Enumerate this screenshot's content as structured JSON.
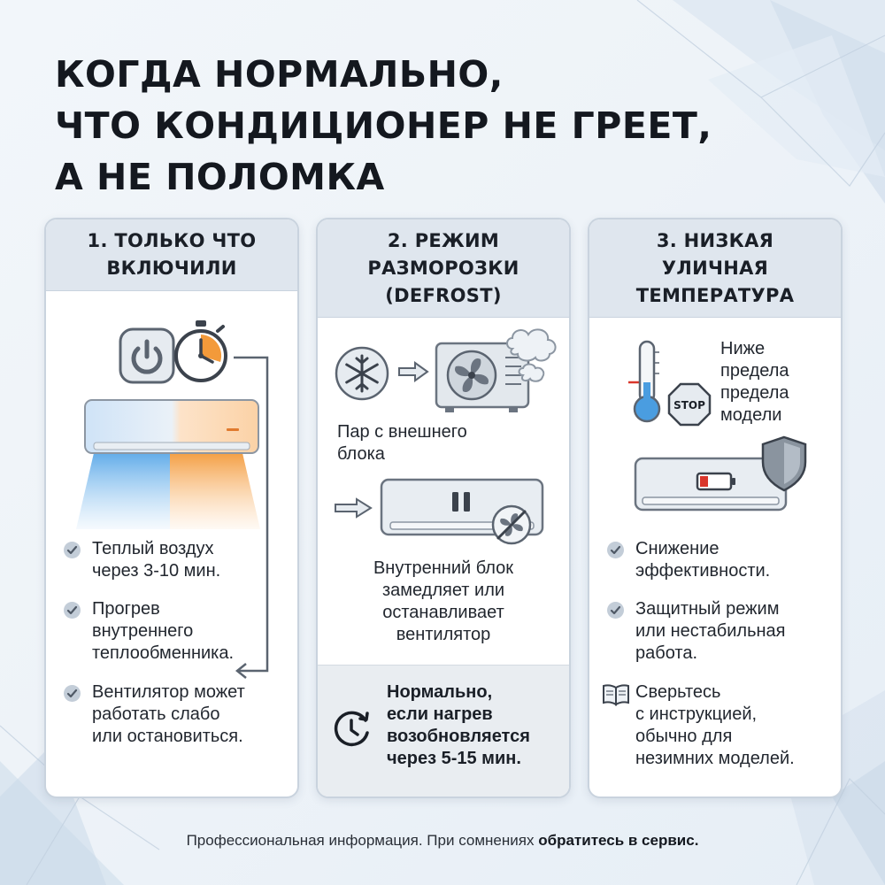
{
  "title": {
    "lines": [
      "КОГДА НОРМАЛЬНО,",
      "ЧТО КОНДИЦИОНЕР НЕ ГРЕЕТ,",
      "А НЕ ПОЛОМКА"
    ]
  },
  "cards": [
    {
      "heading": [
        "1. ТОЛЬКО ЧТО",
        "ВКЛЮЧИЛИ"
      ],
      "icons": [
        "power-icon",
        "stopwatch-icon",
        "indoor-unit-icon",
        "arrow-icon"
      ],
      "items": [
        {
          "icon": "check-icon",
          "lines": [
            "Теплый воздух",
            "через 3-10 мин."
          ]
        },
        {
          "icon": "check-icon",
          "lines": [
            "Прогрев",
            "внутреннего",
            "теплообменника."
          ]
        },
        {
          "icon": "check-icon",
          "lines": [
            "Вентилятор может",
            "работать слабо",
            "или остановиться."
          ]
        }
      ]
    },
    {
      "heading": [
        "2. РЕЖИМ",
        "РАЗМОРОЗКИ",
        "(DEFROST)"
      ],
      "icons": [
        "snowflake-icon",
        "arrow-icon",
        "outdoor-unit-icon",
        "steam-icon",
        "indoor-unit-paused-icon",
        "fan-off-icon"
      ],
      "steam_caption": [
        "Пар с внешнего",
        "блока"
      ],
      "fan_caption": [
        "Внутренний блок",
        "замедляет или",
        "останавливает",
        "вентилятор"
      ],
      "note": {
        "icon": "clock-icon",
        "lines": [
          "Нормально,",
          "если нагрев",
          "возобновляется",
          "через 5-15 мин."
        ]
      }
    },
    {
      "heading": [
        "3. НИЗКАЯ",
        "УЛИЧНАЯ",
        "ТЕМПЕРАТУРА"
      ],
      "icons": [
        "thermometer-icon",
        "stop-sign-icon",
        "indoor-unit-icon",
        "low-battery-icon",
        "shield-icon"
      ],
      "stop_text": "STOP",
      "limit_caption": [
        "Ниже",
        "предела",
        "предела",
        "модели"
      ],
      "items": [
        {
          "icon": "check-icon",
          "lines": [
            "Снижение",
            "эффективности."
          ]
        },
        {
          "icon": "check-icon",
          "lines": [
            "Защитный режим",
            "или нестабильная",
            "работа."
          ]
        },
        {
          "icon": "book-icon",
          "lines": [
            "Сверьтесь",
            "с инструкцией,",
            "обычно для",
            "незимних моделей."
          ]
        }
      ]
    }
  ],
  "footer": {
    "text": "Профессиональная информация. При сомнениях ",
    "bold": "обратитесь в сервис."
  },
  "colors": {
    "background": "#eef3f8",
    "card_header": "#dfe6ee",
    "card_border": "#c9d3de",
    "note_box": "#e9edf1",
    "cold_blue": "#4a9de0",
    "warm_orange": "#f39a3a",
    "stop_red": "#d9362b"
  }
}
